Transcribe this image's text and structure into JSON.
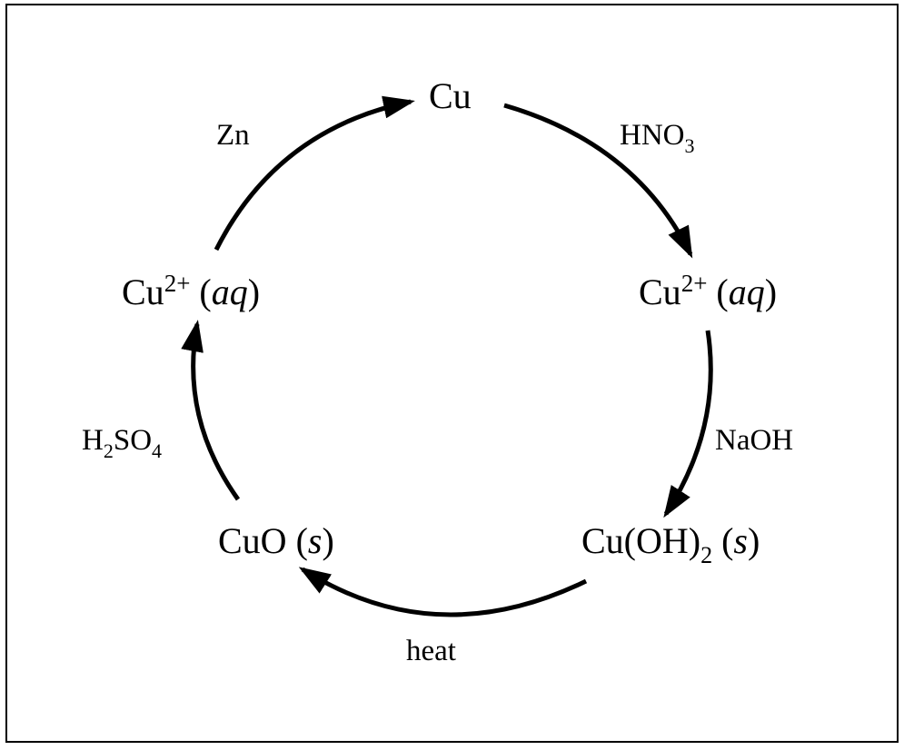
{
  "species": {
    "top": {
      "text": "Cu"
    },
    "right": {
      "base": "Cu",
      "charge": "2+",
      "state": "aq"
    },
    "bottom_right": {
      "base": "Cu(OH)",
      "sub": "2",
      "state": "s"
    },
    "bottom_left": {
      "base": "CuO",
      "state": "s"
    },
    "left": {
      "base": "Cu",
      "charge": "2+",
      "state": "aq"
    }
  },
  "reagents": {
    "hno3": {
      "base": "HNO",
      "sub": "3"
    },
    "naoh": {
      "text": "NaOH"
    },
    "heat": {
      "text": "heat"
    },
    "h2so4": {
      "h": "H",
      "sub1": "2",
      "so": "SO",
      "sub2": "4"
    },
    "zn": {
      "text": "Zn"
    }
  },
  "paren_open": "(",
  "paren_close": ")",
  "colors": {
    "ink": "#000000",
    "background": "#ffffff"
  }
}
